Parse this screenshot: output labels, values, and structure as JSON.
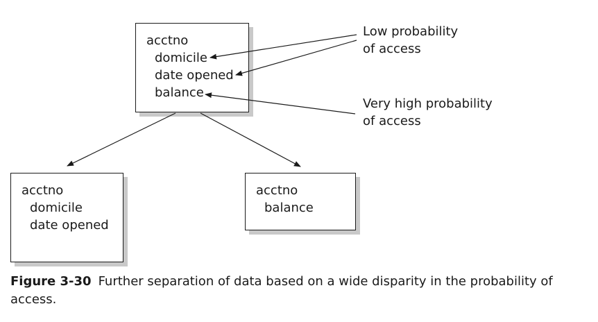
{
  "top_box": {
    "lines": [
      "acctno",
      "domicile",
      "date opened",
      "balance"
    ]
  },
  "left_box": {
    "lines": [
      "acctno",
      "domicile",
      "date opened"
    ]
  },
  "right_box": {
    "lines": [
      "acctno",
      "balance"
    ]
  },
  "annotations": {
    "low": [
      "Low probability",
      "of access"
    ],
    "high": [
      "Very high probability",
      "of access"
    ]
  },
  "caption": {
    "label": "Figure 3-30",
    "text": "Further separation of data based on a wide disparity in the probability of access."
  }
}
